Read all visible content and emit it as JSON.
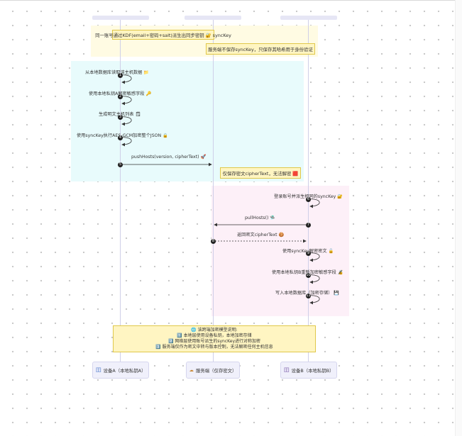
{
  "notes": {
    "kdf": "同一账号通过KDF(email+密码+salt)派生出同步密钥 🔐 syncKey",
    "server_no_key": "服务端不保存syncKey，只保存其哈希用于身份验证",
    "server_store": "仅保存密文cipherText，无法解密 🟥"
  },
  "steps_a": [
    {
      "num": "1",
      "label": "从本地数据库读取该主机数据 📁"
    },
    {
      "num": "2",
      "label": "使用本地私钥A解密敏感字段 🔑"
    },
    {
      "num": "3",
      "label": "生成明文主机列表 🗒"
    },
    {
      "num": "4",
      "label": "使用syncKey执行AES-GCM加密整个JSON 🔒"
    }
  ],
  "push": {
    "num": "5",
    "label": "pushHosts(version, cipherText) 🚀"
  },
  "steps_b": [
    {
      "num": "6",
      "label": "登录账号并派生相同的syncKey 🔐"
    },
    {
      "num": "9",
      "label": "使用syncKey解密密文 🔓"
    },
    {
      "num": "10",
      "label": "使用本地私钥B重新加密敏感字段 🔏"
    },
    {
      "num": "11",
      "label": "写入本地数据库（加密存储） 💾"
    }
  ],
  "pull": {
    "num": "7",
    "label": "pullHosts() 🛸"
  },
  "ret": {
    "num": "8",
    "label": "返回密文cipherText 🍪"
  },
  "summary": {
    "title": "🌐 该跨端加密模型说明:",
    "lines": [
      "1️⃣ 本地层使用设备私钥，本地加密存储",
      "2️⃣ 网络层使用账号派生的syncKey进行对称加密",
      "3️⃣ 服务端仅作为密文中转与版本控制，无法解密任何主机信息"
    ]
  },
  "participants": [
    {
      "icon": "🗄",
      "label": "设备A（本地私钥A）"
    },
    {
      "icon": "☁",
      "label": "服务端（仅存密文）"
    },
    {
      "icon": "🗄",
      "label": "设备B（本地私钥B）"
    }
  ]
}
